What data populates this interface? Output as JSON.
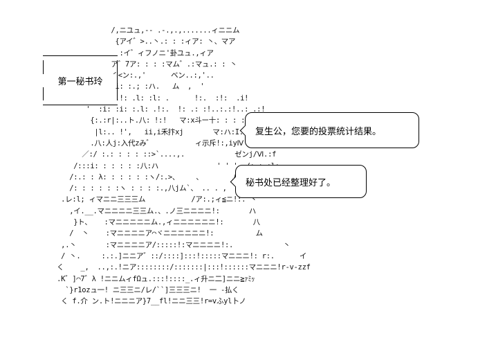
{
  "name_label": "第一秘书玲",
  "dialogue": [
    "复生公，您要的投票统计结果。",
    "秘书处已经整理好了。"
  ],
  "ascii_art": "                    /,ニユュ,-- .-.,.,.......ィニニム\n                     {アイ゛>..丶.: : :ィア: 丶、マア\n                      :イ゛ィフノニ'卦ユュ.,ィア\n                    ア゛7ア: : : :マム゛.:マュ.: : 丶\n                    く<ン:.,'      ベン..:,'..\n                     i: :.; :ハ.   ム  ,  '\n                     .!: .l: :l: .      !:.  :!:  .i!\n              '  :i: :i: :.l: .!:.  !: .: :!..:.:!..: .:!\n               {:.:r|:..ト.八: !:!   マ:x斗ー十: : : :|:\n                |l:.. !',   ii,i禾抃xj       マ:ハ:I:l: : :l:.:i,\n               .八:人j:入代zみ゛          ィ示斥!:,iyⅣ\n             ／:/ :.: : : : ::>`....,.            ゼンj/Ⅵ.:f\n           /:::i: : : : : :八:ハ              ' ' ' ./: : :l:\n          /:.: : λ: : : : : :ヽ/:.>、    、       ム:.:ツ::|乂\n          /: : : : : :ヽ : : : :.,八jム`、 .. . ,  イノ:.:イ/_.:|:.:ノ\n        .レ:l; ィマニニ三三三ム           /ア:.;ィ≦ニ!:.`丶\n          ,イ.__.マニニニニ三三ム.、.ノ三ニニニニ!:       ハ\n           }ト、   :マニニニニニム.,ィニニニニニニ!:       八\n          /  丶    :マニニニニア⌒ヾニニニニニニ!:          ム\n        ,.丶       :マニニニニア/:::::!:マニニニニ!:.            丶\n        / 丶.     :.:.]ニニア゛::/::::]:::!:::::マニニニ!: r:.      イ\n       く    _,  ..,:.!ニア::::::::/:::::::|:::!::::::マニニニ!r-v-zzf\n       .K゛]⌒7゛λ !ニニムィfΩュ.:::!::::_.ィ升ニ二]ニニ≧ｧﾐｯ\n         `}r1ozュ一! ニ三三ニ/レ/``]三三三ニ!  一 -払く\n        く f.介 ン.ト!ニニニア}7__fl!ニニ三三!r=vふyl卜ノ"
}
